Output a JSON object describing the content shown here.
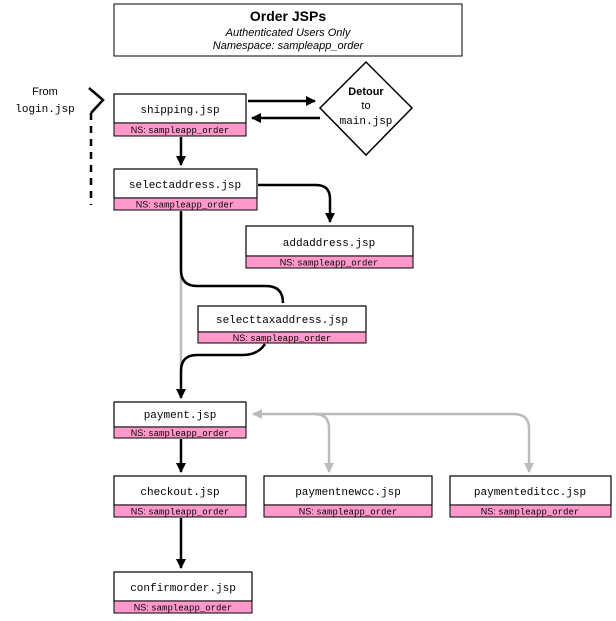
{
  "header": {
    "title": "Order JSPs",
    "line1": "Authenticated Users Only",
    "line2": "Namespace: sampleapp_order"
  },
  "from": {
    "label": "From",
    "page": "login.jsp"
  },
  "detour": {
    "title": "Detour",
    "to": "to",
    "page": "main.jsp"
  },
  "ns_prefix": "NS:",
  "nodes": {
    "shipping": {
      "label": "shipping.jsp",
      "ns": "sampleapp_order"
    },
    "selectaddress": {
      "label": "selectaddress.jsp",
      "ns": "sampleapp_order"
    },
    "addaddress": {
      "label": "addaddress.jsp",
      "ns": "sampleapp_order"
    },
    "selecttaxaddress": {
      "label": "selecttaxaddress.jsp",
      "ns": "sampleapp_order"
    },
    "payment": {
      "label": "payment.jsp",
      "ns": "sampleapp_order"
    },
    "checkout": {
      "label": "checkout.jsp",
      "ns": "sampleapp_order"
    },
    "paymentnewcc": {
      "label": "paymentnewcc.jsp",
      "ns": "sampleapp_order"
    },
    "paymenteditcc": {
      "label": "paymenteditcc.jsp",
      "ns": "sampleapp_order"
    },
    "confirmorder": {
      "label": "confirmorder.jsp",
      "ns": "sampleapp_order"
    }
  },
  "colors": {
    "ns_fill": "#ff99cc",
    "arrow_black": "#000000",
    "arrow_gray": "#bbbbbb"
  }
}
